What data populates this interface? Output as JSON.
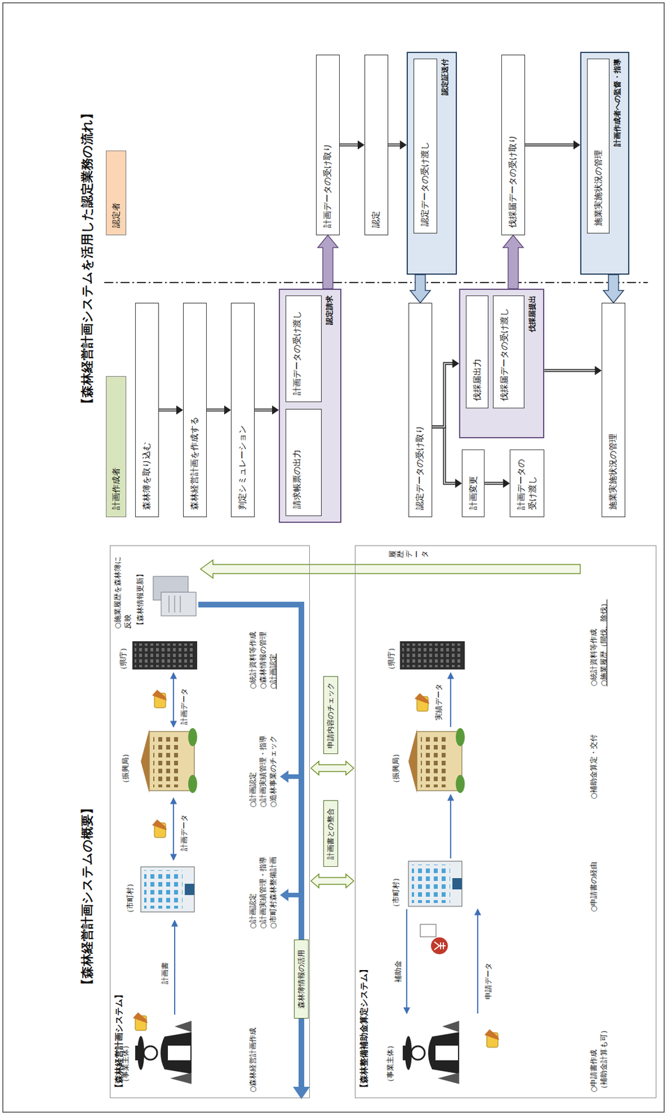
{
  "diagram": {
    "nodes": [
      {
        "text": [
          "【森林経営計画システム】"
        ]
      },
      {
        "text": [
          "森林簿情報の活用"
        ],
        "in": 0
      },
      {
        "text": [
          "計画書との整合"
        ]
      },
      {
        "text": [
          "申請内容のチェック"
        ]
      },
      {
        "text": [
          "【森林整備補助金算定システム】"
        ]
      },
      {
        "text": [
          "計画作成者"
        ]
      },
      {
        "text": [
          "認定者"
        ]
      },
      {
        "text": [
          "森林簿を取り込む"
        ]
      },
      {
        "text": [
          "森林経営計画を作成する"
        ]
      },
      {
        "text": [
          "判定シミュレーション"
        ]
      },
      {
        "text": [
          "認定請求"
        ]
      },
      {
        "text": [
          "請求帳票の出力"
        ],
        "in": 10
      },
      {
        "text": [
          "計画データの受け渡し"
        ],
        "in": 10
      },
      {
        "text": [
          "計画データの受け取り"
        ]
      },
      {
        "text": [
          "認定"
        ]
      },
      {
        "text": [
          "認定証送付"
        ]
      },
      {
        "text": [
          "認定データの受け渡し"
        ],
        "in": 15
      },
      {
        "text": [
          "認定データの受け取り"
        ]
      },
      {
        "text": [
          "計画変更"
        ]
      },
      {
        "text": [
          "計画データの受け渡し"
        ]
      },
      {
        "text": [
          "伐採届提出"
        ]
      },
      {
        "text": [
          "伐採届出力"
        ],
        "in": 20
      },
      {
        "text": [
          "伐採届データの受け渡し"
        ],
        "in": 20
      },
      {
        "text": [
          "伐採届データの受け取り"
        ]
      },
      {
        "text": [
          "計画作成者への監督・指導"
        ]
      },
      {
        "text": [
          "施業実施状況の管理"
        ],
        "in": 24
      },
      {
        "text": [
          "施業実施状況の管理"
        ]
      }
    ],
    "edges": [
      {
        "from": 7,
        "to": 8,
        "arrow": "to"
      },
      {
        "from": 8,
        "to": 9,
        "arrow": "to"
      },
      {
        "from": 9,
        "to": 10,
        "arrow": "to"
      },
      {
        "from": 10,
        "to": 13,
        "arrow": "to"
      },
      {
        "from": 13,
        "to": 14,
        "arrow": "to"
      },
      {
        "from": 14,
        "to": 15,
        "arrow": "to"
      },
      {
        "from": 15,
        "to": 17,
        "arrow": "to"
      },
      {
        "from": 17,
        "to": 18,
        "arrow": "to"
      },
      {
        "from": 17,
        "to": 20,
        "arrow": "to"
      },
      {
        "from": 18,
        "to": 19,
        "arrow": "to"
      },
      {
        "from": 20,
        "to": 23,
        "arrow": "to"
      },
      {
        "from": 23,
        "to": 24,
        "arrow": "to"
      },
      {
        "from": 24,
        "to": 26,
        "arrow": "to"
      },
      {
        "from": 20,
        "to": 26,
        "arrow": "to"
      }
    ],
    "labels": [
      "【森林経営計画システムの概要】",
      "【森林経営計画システムを活用した認定業務の流れ】",
      "（事業主体）",
      "○森林経営計画作成",
      "計画書",
      "（市町村）",
      "○計画認定",
      "○計画実績管理・指導",
      "○市町村森林整備計画",
      "計画データ",
      "（振興局）",
      "○計画認定",
      "○計画実績管理・指導",
      "○造林事業のチェック",
      "計画データ",
      "（県庁）",
      "○統計資料等作成",
      "○森林情報の管理",
      "○計画認定",
      "○施業履歴を森林簿に反映",
      "【森林情報更新】",
      "（事業主体）",
      "○申請書作成",
      "（補助金計算も可）",
      "補助金",
      "申請データ",
      "（市町村）",
      "○申請書の経由",
      "（振興局）",
      "○補助金算定・交付",
      "実績データ",
      "（県庁）",
      "○統計資料等作成",
      "○施業履歴（間伐、除伐）",
      "履歴データ"
    ]
  }
}
